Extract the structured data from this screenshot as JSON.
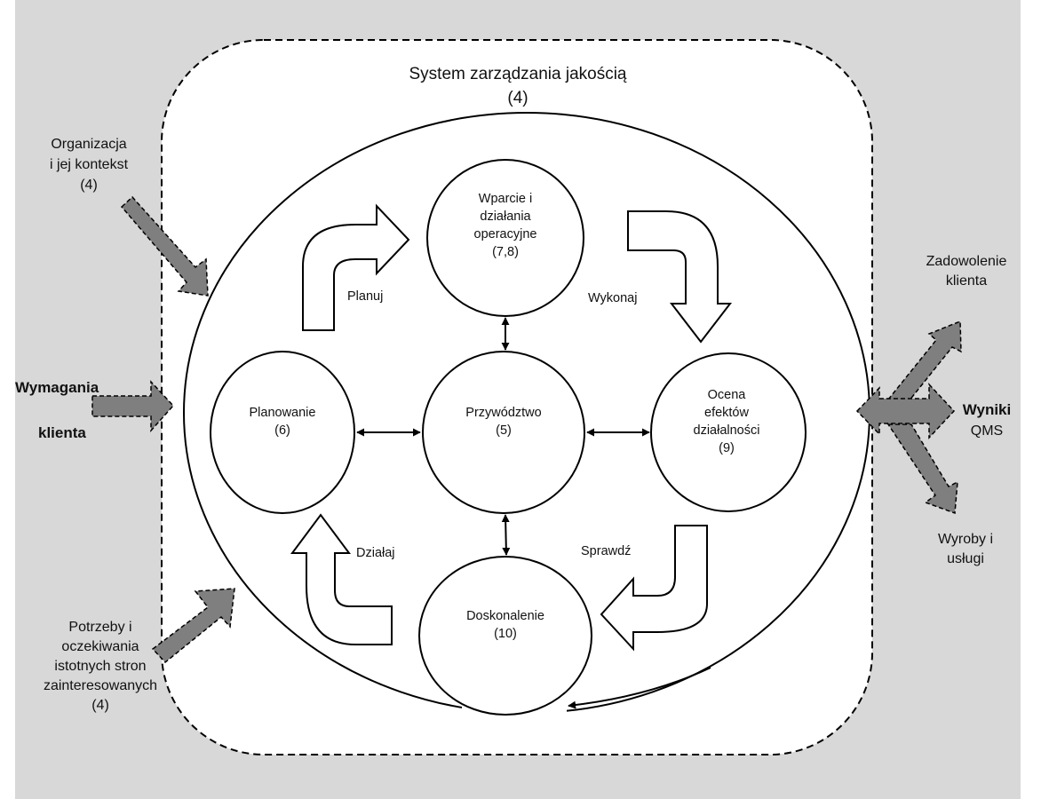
{
  "title": {
    "line1": "System zarządzania jakością",
    "line2": "(4)"
  },
  "colors": {
    "background": "#d8d8d8",
    "system_fill": "#ffffff",
    "input_arrow_fill": "#7f7f7f",
    "stroke": "#000000"
  },
  "nodes": {
    "support": {
      "lines": [
        "Wparcie i",
        "działania",
        "operacyjne",
        "(7,8)"
      ]
    },
    "planning": {
      "lines": [
        "Planowanie",
        "(6)"
      ]
    },
    "leadership": {
      "lines": [
        "Przywództwo",
        "(5)"
      ]
    },
    "evaluation": {
      "lines": [
        "Ocena",
        "efektów",
        "działalności",
        "(9)"
      ]
    },
    "improvement": {
      "lines": [
        "Doskonalenie",
        "(10)"
      ]
    }
  },
  "cycle": {
    "plan": "Planuj",
    "do": "Wykonaj",
    "check": "Sprawdź",
    "act": "Działaj"
  },
  "inputs": {
    "organization": {
      "lines": [
        "Organizacja",
        "i jej kontekst",
        "(4)"
      ]
    },
    "customer_requirements": {
      "lines": [
        "Wymagania",
        "klienta"
      ]
    },
    "stakeholders": {
      "lines": [
        "Potrzeby i",
        "oczekiwania",
        "istotnych stron",
        "zainteresowanych",
        "(4)"
      ]
    }
  },
  "outputs": {
    "satisfaction": {
      "lines": [
        "Zadowolenie",
        "klienta"
      ]
    },
    "results": {
      "lines": [
        "Wyniki",
        "QMS"
      ]
    },
    "products": {
      "lines": [
        "Wyroby i",
        "usługi"
      ]
    }
  }
}
